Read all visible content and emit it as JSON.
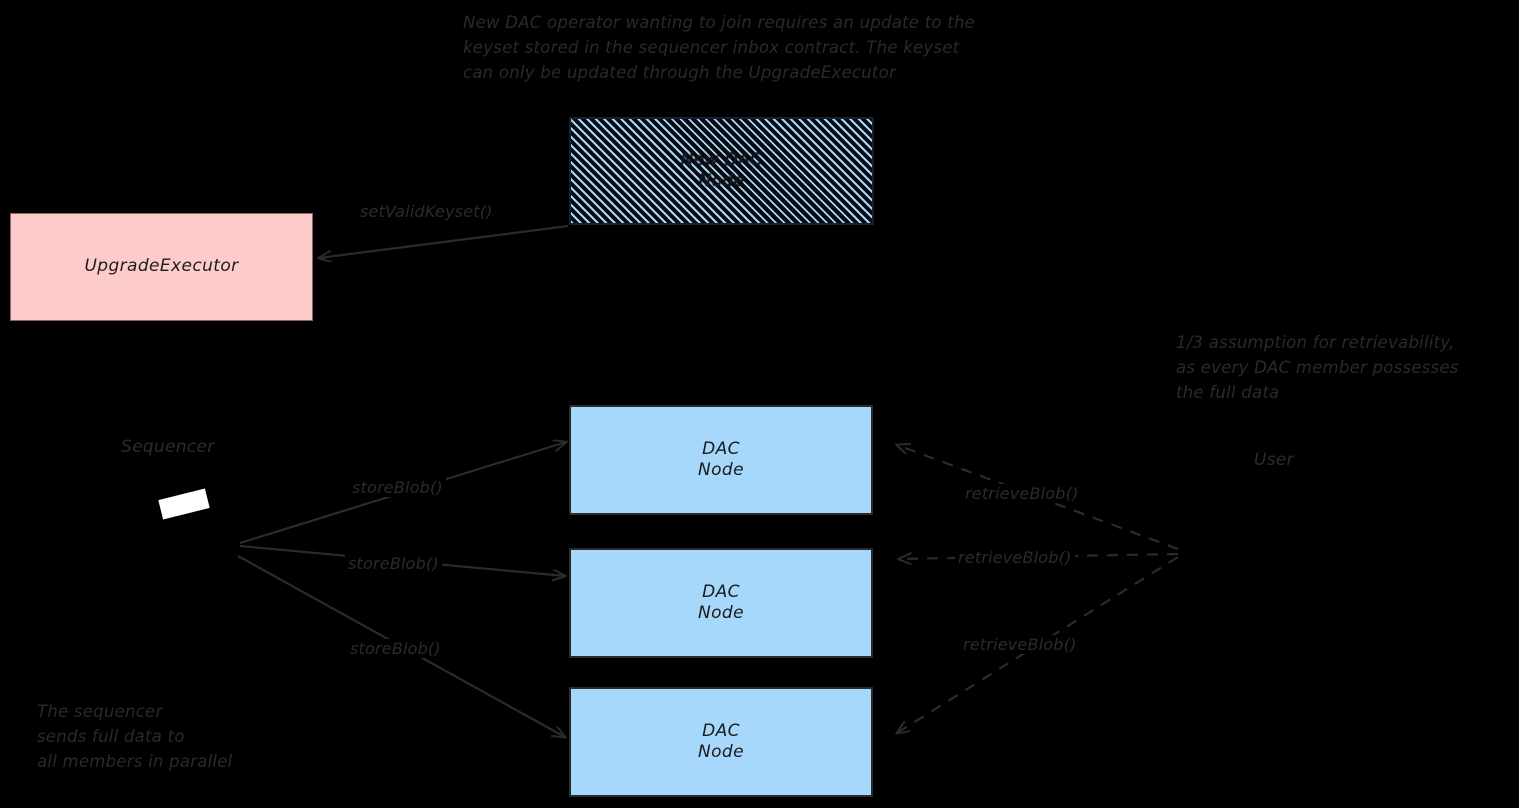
{
  "diagram": {
    "title_note": "New DAC operator wanting to join requires an update to the\nkeyset stored in the sequencer inbox contract. The keyset\ncan only be updated through the UpgradeExecutor",
    "right_note": "1/3 assumption for retrievability,\nas every DAC member possesses\nthe full data",
    "bottom_note": "The sequencer\nsends full data to\nall members in parallel",
    "nodes": {
      "new_dac": {
        "label": "New DAC\nNode",
        "fill": "#a6d8fb",
        "style": "hatched"
      },
      "upgrade_executor": {
        "label": "UpgradeExecutor",
        "fill": "#fdcbca"
      },
      "dac_nodes": [
        {
          "label": "DAC\nNode",
          "fill": "#a6d8fb"
        },
        {
          "label": "DAC\nNode",
          "fill": "#a6d8fb"
        },
        {
          "label": "DAC\nNode",
          "fill": "#a6d8fb"
        }
      ]
    },
    "actors": {
      "sequencer": "Sequencer",
      "user": "User"
    },
    "edges": {
      "set_valid_keyset": "setValidKeyset()",
      "store_blob_1": "storeBlob()",
      "store_blob_2": "storeBlob()",
      "store_blob_3": "storeBlob()",
      "retrieve_blob_1": "retrieveBlob()",
      "retrieve_blob_2": "retrieveBlob()",
      "retrieve_blob_3": "retrieveBlob()"
    },
    "colors": {
      "background": "#000000",
      "node_blue": "#a6d8fb",
      "node_pink": "#fdcbca",
      "stroke": "#2b2b2b",
      "text": "#2a2a2a"
    }
  }
}
